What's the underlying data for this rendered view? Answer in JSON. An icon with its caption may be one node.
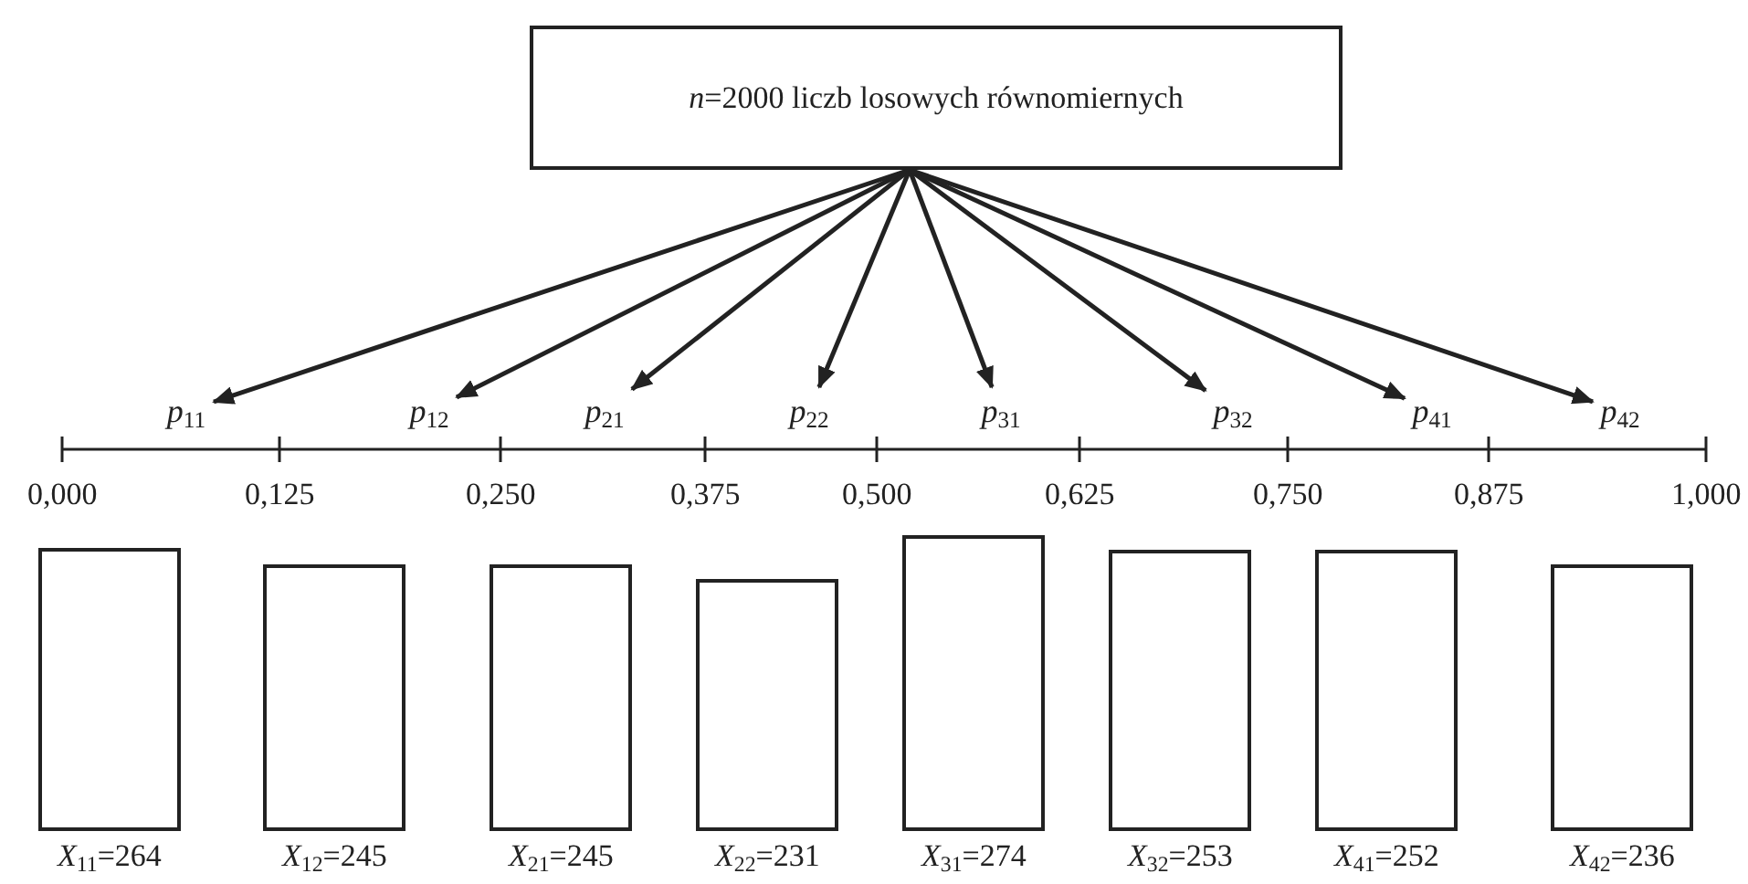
{
  "diagram": {
    "nodes": [
      {
        "text": [
          "*n*=2000 liczb losowych równomiernych"
        ]
      },
      {
        "text": [
          "*p*$_{11}$"
        ]
      },
      {
        "text": [
          "*p*$_{12}$"
        ]
      },
      {
        "text": [
          "*p*$_{21}$"
        ]
      },
      {
        "text": [
          "*p*$_{22}$"
        ]
      },
      {
        "text": [
          "*p*$_{31}$"
        ]
      },
      {
        "text": [
          "*p*$_{32}$"
        ]
      },
      {
        "text": [
          "*p*$_{41}$"
        ]
      },
      {
        "text": [
          "*p*$_{42}$"
        ]
      },
      {
        "text": [],
        "shape": "box",
        "beside": [
          "*X*$_{11}$=264"
        ]
      },
      {
        "text": [],
        "shape": "box",
        "beside": [
          "*X*$_{12}$=245"
        ]
      },
      {
        "text": [],
        "shape": "box",
        "beside": [
          "*X*$_{21}$=245"
        ]
      },
      {
        "text": [],
        "shape": "box",
        "beside": [
          "*X*$_{22}$=231"
        ]
      },
      {
        "text": [],
        "shape": "box",
        "beside": [
          "*X*$_{31}$=274"
        ]
      },
      {
        "text": [],
        "shape": "box",
        "beside": [
          "*X*$_{32}$=253"
        ]
      },
      {
        "text": [],
        "shape": "box",
        "beside": [
          "*X*$_{41}$=252"
        ]
      },
      {
        "text": [],
        "shape": "box",
        "beside": [
          "*X*$_{42}$=236"
        ]
      }
    ],
    "edges": [
      {
        "from": 0,
        "to": 1,
        "arrow": "to"
      },
      {
        "from": 0,
        "to": 2,
        "arrow": "to"
      },
      {
        "from": 0,
        "to": 3,
        "arrow": "to"
      },
      {
        "from": 0,
        "to": 4,
        "arrow": "to"
      },
      {
        "from": 0,
        "to": 5,
        "arrow": "to"
      },
      {
        "from": 0,
        "to": 6,
        "arrow": "to"
      },
      {
        "from": 0,
        "to": 7,
        "arrow": "to"
      },
      {
        "from": 0,
        "to": 8,
        "arrow": "to"
      }
    ],
    "labels": [
      "0,000",
      "0,125",
      "0,250",
      "0,375",
      "0,500",
      "0,625",
      "0,750",
      "0,875",
      "1,000"
    ]
  }
}
